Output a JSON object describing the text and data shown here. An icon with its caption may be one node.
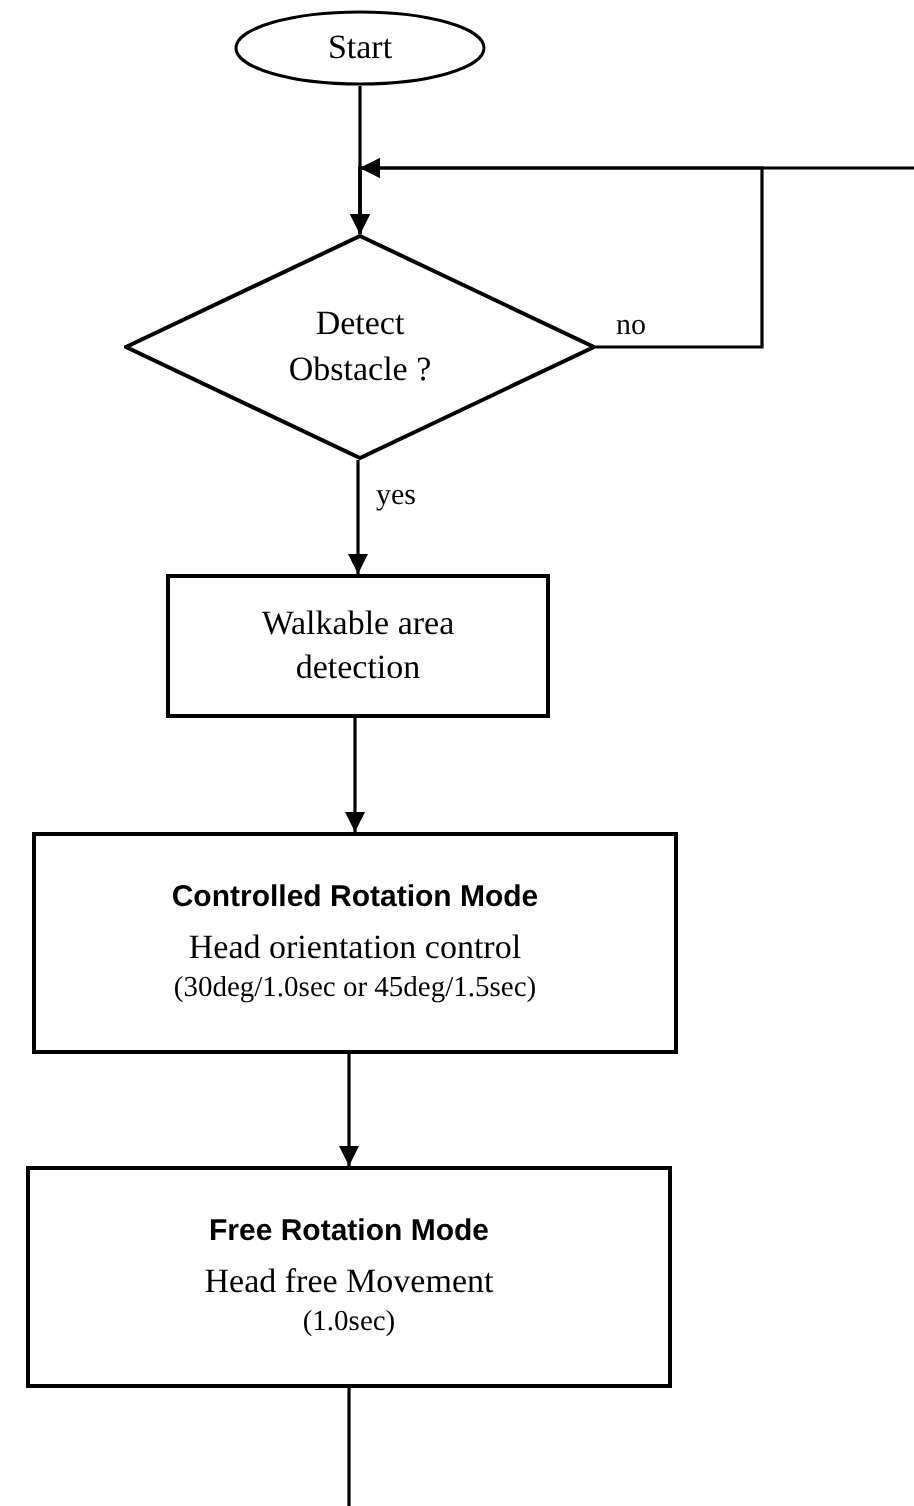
{
  "diagram": {
    "nodes": [
      {
        "text": [
          "Start"
        ]
      },
      {
        "text": [
          "Detect Obstacle ?"
        ]
      },
      {
        "text": [
          "Walkable area detection"
        ]
      },
      {
        "text": [
          "Controlled Rotation Mode",
          "Head orientation control",
          "(30deg/1.0sec or 45deg/1.5sec)"
        ]
      },
      {
        "text": [
          "Free Rotation Mode",
          "Head free Movement",
          "(1.0sec)"
        ]
      }
    ],
    "edges": [
      {
        "from": 0,
        "to": 1,
        "arrow": "to"
      },
      {
        "from": null,
        "to": 1,
        "arrow": "to"
      },
      {
        "from": 1,
        "to": 1,
        "label": "no",
        "arrow": "to"
      },
      {
        "from": 1,
        "to": 2,
        "label": "yes",
        "arrow": "to"
      },
      {
        "from": 2,
        "to": 3,
        "arrow": "to"
      },
      {
        "from": 3,
        "to": 4,
        "arrow": "to"
      },
      {
        "from": 4,
        "to": null,
        "arrow": "none"
      }
    ]
  }
}
